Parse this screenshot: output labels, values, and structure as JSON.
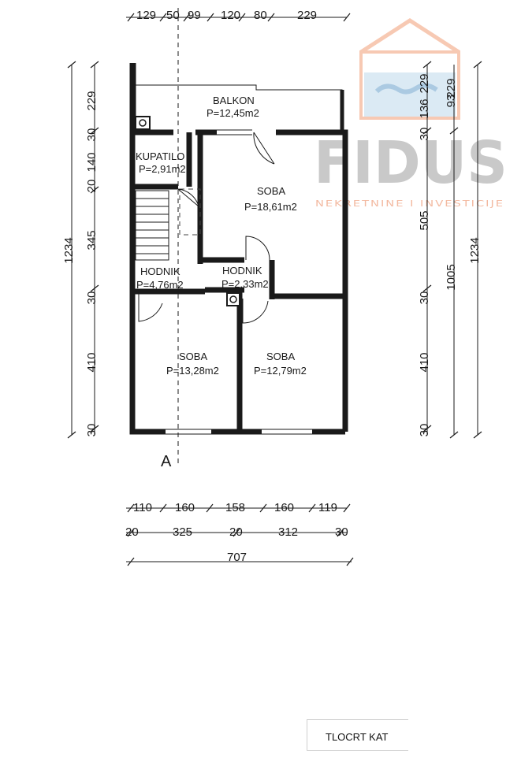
{
  "watermark": {
    "brand": "FIDUS",
    "tagline": "NEKRETNINE I INVESTICIJE",
    "brand_color": "#c9c9c9",
    "accent_color": "#f08a5d",
    "logo_icon": "handshake-house-icon"
  },
  "rooms": {
    "balkon": {
      "name": "BALKON",
      "area": "P=12,45m2"
    },
    "kupatilo": {
      "name": "KUPATILO",
      "area": "P=2,91m2"
    },
    "soba_top": {
      "name": "SOBA",
      "area": "P=18,61m2"
    },
    "hodnik_left": {
      "name": "HODNIK",
      "area": "P=4,76m2"
    },
    "hodnik_right": {
      "name": "HODNIK",
      "area": "P=2,33m2"
    },
    "soba_bl": {
      "name": "SOBA",
      "area": "P=13,28m2"
    },
    "soba_br": {
      "name": "SOBA",
      "area": "P=12,79m2"
    }
  },
  "dims": {
    "top": [
      "129",
      "50",
      "99",
      "120",
      "80",
      "229"
    ],
    "left_inner": [
      "229",
      "30",
      "140",
      "20",
      "345",
      "30",
      "410",
      "30"
    ],
    "left_outer": "1234",
    "right_inner": [
      "229",
      "136",
      "93",
      "30",
      "505",
      "30",
      "410",
      "30"
    ],
    "right_mid": "1005",
    "right_outer": "1234",
    "bottom_row1": [
      "110",
      "160",
      "158",
      "160",
      "119"
    ],
    "bottom_row2": [
      "20",
      "325",
      "20",
      "312",
      "30"
    ],
    "bottom_total": "707"
  },
  "section_mark": "A",
  "title": "TLOCRT KAT"
}
